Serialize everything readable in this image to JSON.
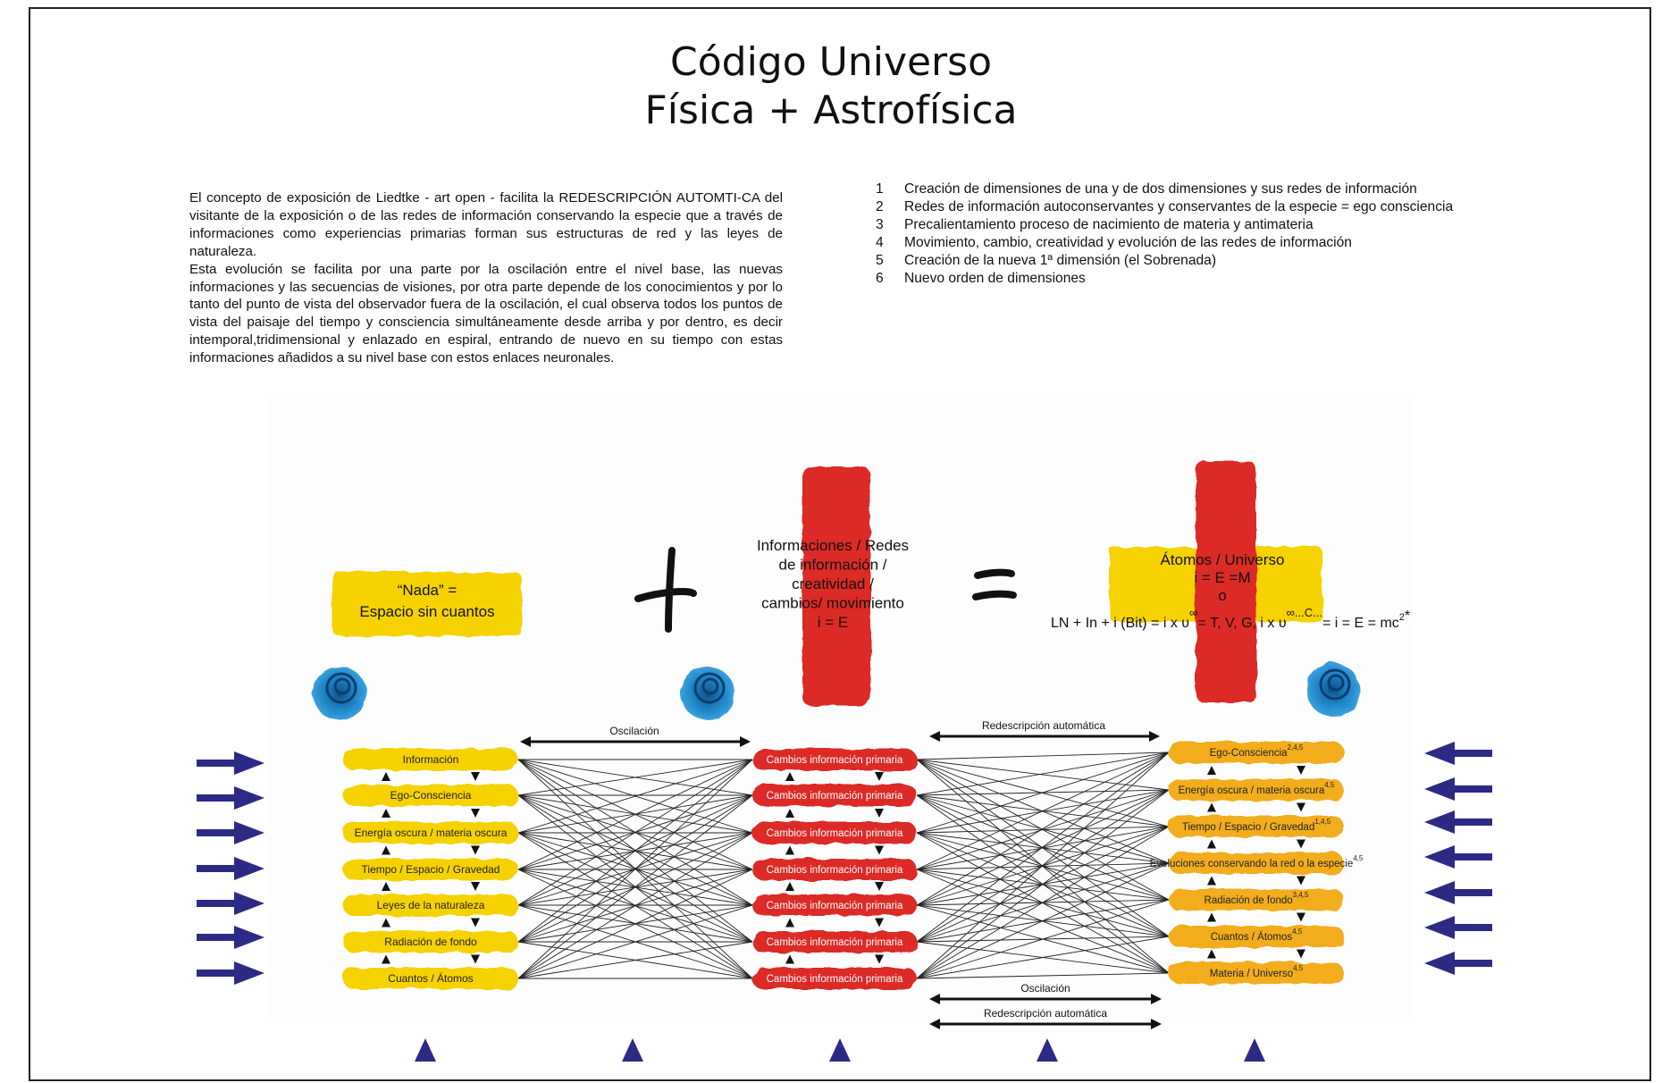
{
  "title": {
    "line1": "Código Universo",
    "line2": "Física + Astrofísica"
  },
  "intro": {
    "paragraph1": "El concepto de exposición de Liedtke - art open - facilita la REDESCRIPCIÓN AUTOMTI-CA del visitante de la exposición o de las redes de información conservando la especie que a través de informaciones como experiencias primarias forman sus estructuras de red y las leyes de naturaleza.",
    "paragraph2": "Esta evolución se facilita por una parte por la oscilación entre el nivel base, las nuevas informaciones y las secuencias de visiones, por otra parte depende de los conocimientos y por lo tanto del punto de vista del observador fuera de la oscilación, el cual observa todos los puntos de vista del paisaje del tiempo y consciencia simultáneamente desde arriba y por dentro, es decir intemporal,tridimensional y enlazado en espiral, entrando de nuevo en su tiempo con estas informaciones añadidos a su nivel base con estos enlaces neuronales."
  },
  "numbered_list": [
    {
      "num": "1",
      "text": "Creación de dimensiones de una y de dos dimensiones y sus redes de información"
    },
    {
      "num": "2",
      "text": "Redes de información autoconservantes y conservantes de la especie = ego consciencia"
    },
    {
      "num": "3",
      "text": "Precalientamiento proceso de nacimiento de materia y antimateria"
    },
    {
      "num": "4",
      "text": "Movimiento, cambio, creatividad y evolución de las redes de información"
    },
    {
      "num": "5",
      "text": "Creación de la nueva 1ª dimensión (el Sobrenada)"
    },
    {
      "num": "6",
      "text": "Nuevo orden de dimensiones"
    }
  ],
  "equation": {
    "nada_line1": "“Nada” =",
    "nada_line2": "Espacio sin cuantos",
    "info_lines": [
      "Informaciones / Redes",
      "de información /",
      "creatividad /",
      "cambios/ movimiento",
      "i = E"
    ],
    "atoms_lines": [
      "Átomos / Universo",
      "i = E =M",
      "o"
    ],
    "formula_part1": "LN + In + i (Bit) = i x υ",
    "formula_sup1": "∞",
    "formula_part2": "= T, V, G, i x υ",
    "formula_sup2": "∞...C...",
    "formula_part3": "= i = E = mc",
    "formula_sup3": "2",
    "formula_tail": "*"
  },
  "edge_labels": {
    "oscillation_top": "Oscilación",
    "redescription_top": "Redescripción automática",
    "oscillation_bottom": "Oscilación",
    "redescription_bottom": "Redescripción automática"
  },
  "left_column": [
    "Información",
    "Ego-Consciencia",
    "Energía oscura / materia oscura",
    "Tiempo / Espacio / Gravedad",
    "Leyes de la naturaleza",
    "Radiación de fondo",
    "Cuantos / Átomos"
  ],
  "middle_column": [
    "Cambios información primaria",
    "Cambios información primaria",
    "Cambios información primaria",
    "Cambios información primaria",
    "Cambios información primaria",
    "Cambios información primaria",
    "Cambios información primaria"
  ],
  "right_column": [
    {
      "text": "Ego-Consciencia",
      "sup": "2,4,5"
    },
    {
      "text": "Energía oscura / materia oscura",
      "sup": "4,5"
    },
    {
      "text": "Tiempo / Espacio / Gravedad",
      "sup": "1,4,5"
    },
    {
      "text": "Evoluciones conservando la red o la especie",
      "sup": "4,5"
    },
    {
      "text": "Radiación de fondo",
      "sup": "3,4,5"
    },
    {
      "text": "Cuantos / Átomos",
      "sup": "4,5"
    },
    {
      "text": "Materia / Universo",
      "sup": "4,5"
    }
  ],
  "colors": {
    "yellow": "#f6d200",
    "orange": "#f3ad1c",
    "red": "#dc2a26",
    "navy": "#2d2a86",
    "spiral_blue": "#1f86c8"
  },
  "icons": [
    "spiral-icon",
    "plus-sign-icon",
    "equals-sign-icon",
    "arrow-right-icon",
    "arrow-left-icon",
    "triangle-up-icon"
  ]
}
